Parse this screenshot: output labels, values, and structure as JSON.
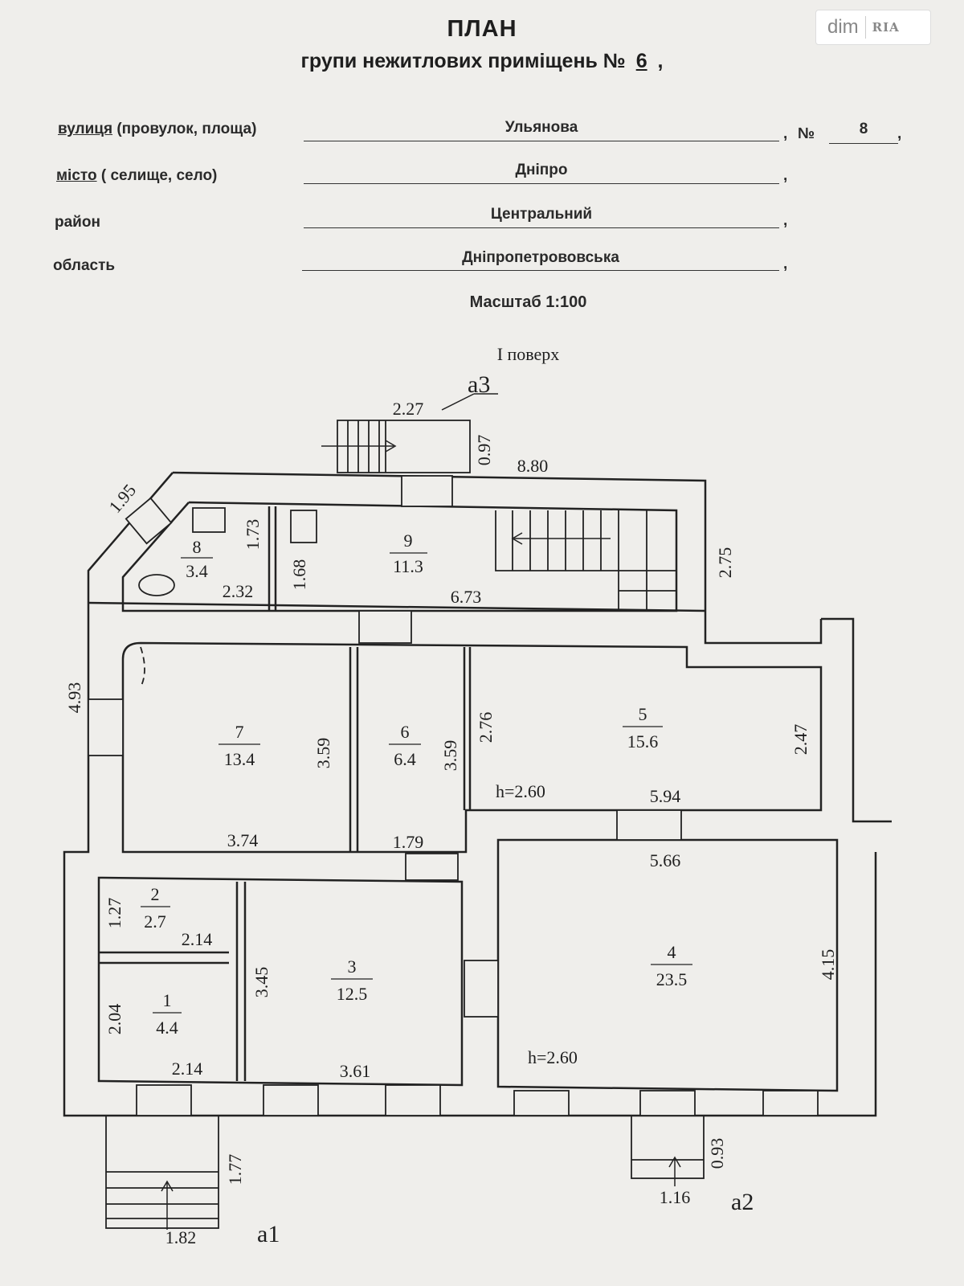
{
  "logo": {
    "left": "dim",
    "right": "RIA"
  },
  "header": {
    "title": "ПЛАН",
    "subtitle": "групи нежитлових приміщень №",
    "group_no": "6",
    "trail": ","
  },
  "form": {
    "street_label": "вулиця",
    "street_label_rest": "(провулок, площа)",
    "street_value": "Ульянова",
    "no_label": "№",
    "no_value": "8",
    "city_label": "місто",
    "city_label_rest": "( селище, село)",
    "city_value": "Дніпро",
    "district_label": "район",
    "district_value": "Центральний",
    "region_label": "область",
    "region_value": "Дніпропетрововська",
    "comma": ","
  },
  "scale": "Масштаб 1:100",
  "floor": "І поверх",
  "rooms": [
    {
      "no": "1",
      "area": "4.4"
    },
    {
      "no": "2",
      "area": "2.7"
    },
    {
      "no": "3",
      "area": "12.5"
    },
    {
      "no": "4",
      "area": "23.5"
    },
    {
      "no": "5",
      "area": "15.6"
    },
    {
      "no": "6",
      "area": "6.4"
    },
    {
      "no": "7",
      "area": "13.4"
    },
    {
      "no": "8",
      "area": "3.4"
    },
    {
      "no": "9",
      "area": "11.3"
    }
  ],
  "dims": {
    "d227": "2.27",
    "d097": "0.97",
    "d880": "8.80",
    "d195": "1.95",
    "d173": "1.73",
    "d168": "1.68",
    "d232": "2.32",
    "d673": "6.73",
    "d275": "2.75",
    "d493": "4.93",
    "d359a": "3.59",
    "d359b": "3.59",
    "d276": "2.76",
    "d247": "2.47",
    "d374": "3.74",
    "d179": "1.79",
    "d594": "5.94",
    "d566": "5.66",
    "d127": "1.27",
    "d214a": "2.14",
    "d345": "3.45",
    "d204": "2.04",
    "d214b": "2.14",
    "d361": "3.61",
    "d415": "4.15",
    "d177": "1.77",
    "d182": "1.82",
    "d116": "1.16",
    "d093": "0.93"
  },
  "heights": {
    "h1": "h=2.60",
    "h2": "h=2.60"
  },
  "porches": {
    "a1": "a1",
    "a2": "a2",
    "a3": "a3"
  }
}
